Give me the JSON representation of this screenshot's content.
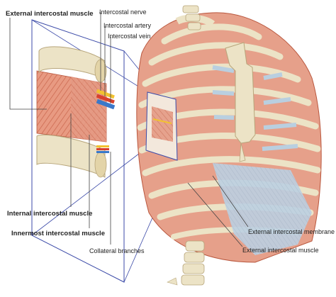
{
  "labels": {
    "external_intercostal_muscle_top": "External intercostal muscle",
    "intercostal_nerve": "Intercostal nerve",
    "intercostal_artery": "Intercostal artery",
    "intercostal_vein": "Intercostal vein",
    "internal_intercostal_muscle": "Internal intercostal muscle",
    "innermost_intercostal_muscle": "Innermost intercostal muscle",
    "collateral_branches": "Collateral branches",
    "external_intercostal_membrane": "External intercostal membrane",
    "external_intercostal_muscle_bottom": "External intercostal muscle"
  },
  "colors": {
    "muscle": "#e89a82",
    "muscle_stripe": "#c9654c",
    "bone": "#ece3c6",
    "bone_edge": "#b7a57a",
    "membrane": "#b9cfe0",
    "nerve": "#f2c230",
    "artery": "#d8402e",
    "vein": "#3a78c9",
    "inset_frame": "#3b4aa8"
  }
}
